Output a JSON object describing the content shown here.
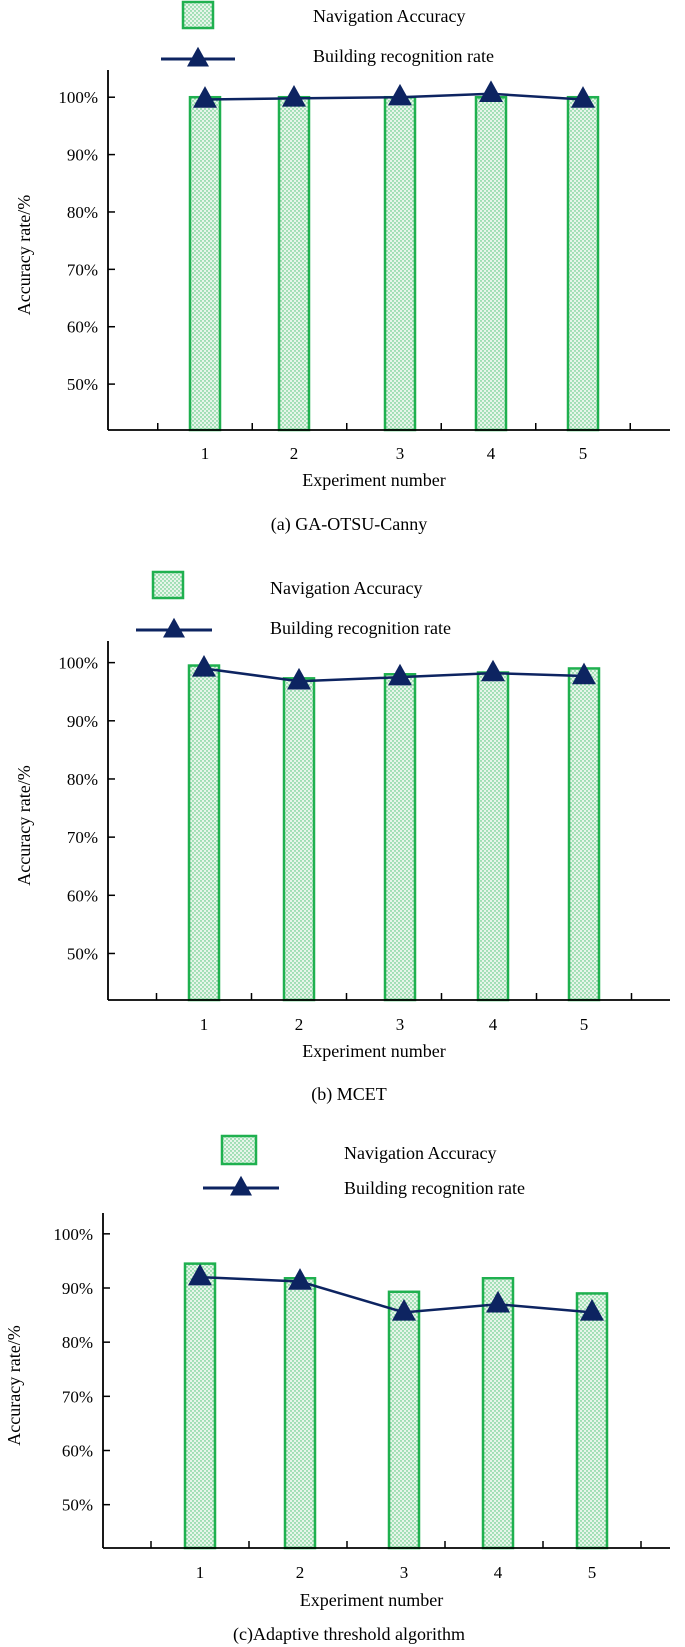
{
  "colors": {
    "bar_stroke": "#1fb04f",
    "bar_fill": "#e7f5ea",
    "bar_dots": "#3fbf6a",
    "line": "#0d2461",
    "axis": "#000000"
  },
  "chart_data": [
    {
      "type": "bar",
      "caption": "(a) GA-OTSU-Canny",
      "xlabel": "Experiment number",
      "ylabel": "Accuracy rate/%",
      "categories": [
        "1",
        "2",
        "3",
        "4",
        "5"
      ],
      "yticks": [
        "50%",
        "60%",
        "70%",
        "80%",
        "90%",
        "100%"
      ],
      "ylim": [
        42,
        103
      ],
      "grid": false,
      "legend": {
        "placement": "top-center",
        "bar_label": "Navigation Accuracy",
        "line_label": "Building recognition rate"
      },
      "series": [
        {
          "name": "Navigation Accuracy",
          "kind": "bar",
          "values": [
            100,
            100,
            100,
            100,
            100
          ]
        },
        {
          "name": "Building recognition rate",
          "kind": "line",
          "marker": "triangle",
          "values": [
            99.6,
            99.8,
            100.0,
            100.6,
            99.6
          ]
        }
      ]
    },
    {
      "type": "bar",
      "caption": "(b) MCET",
      "xlabel": "Experiment number",
      "ylabel": "Accuracy rate/%",
      "categories": [
        "1",
        "2",
        "3",
        "4",
        "5"
      ],
      "yticks": [
        "50%",
        "60%",
        "70%",
        "80%",
        "90%",
        "100%"
      ],
      "ylim": [
        42,
        102
      ],
      "grid": false,
      "legend": {
        "placement": "top-center",
        "bar_label": "Navigation Accuracy",
        "line_label": "Building recognition rate"
      },
      "series": [
        {
          "name": "Navigation Accuracy",
          "kind": "bar",
          "values": [
            99.5,
            97.3,
            98.0,
            98.3,
            99.0
          ]
        },
        {
          "name": "Building recognition rate",
          "kind": "line",
          "marker": "triangle",
          "values": [
            99.0,
            96.8,
            97.5,
            98.2,
            97.7
          ]
        }
      ]
    },
    {
      "type": "bar",
      "caption": "(c)Adaptive threshold algorithm",
      "xlabel": "Experiment number",
      "ylabel": "Accuracy rate/%",
      "categories": [
        "1",
        "2",
        "3",
        "4",
        "5"
      ],
      "yticks": [
        "50%",
        "60%",
        "70%",
        "80%",
        "90%",
        "100%"
      ],
      "ylim": [
        42,
        102
      ],
      "grid": false,
      "legend": {
        "placement": "top-center",
        "bar_label": "Navigation Accuracy",
        "line_label": "Building recognition rate"
      },
      "series": [
        {
          "name": "Navigation Accuracy",
          "kind": "bar",
          "values": [
            94.5,
            91.8,
            89.3,
            91.8,
            89.0
          ]
        },
        {
          "name": "Building recognition rate",
          "kind": "line",
          "marker": "triangle",
          "values": [
            92.0,
            91.2,
            85.5,
            87.0,
            85.5
          ]
        }
      ]
    }
  ]
}
